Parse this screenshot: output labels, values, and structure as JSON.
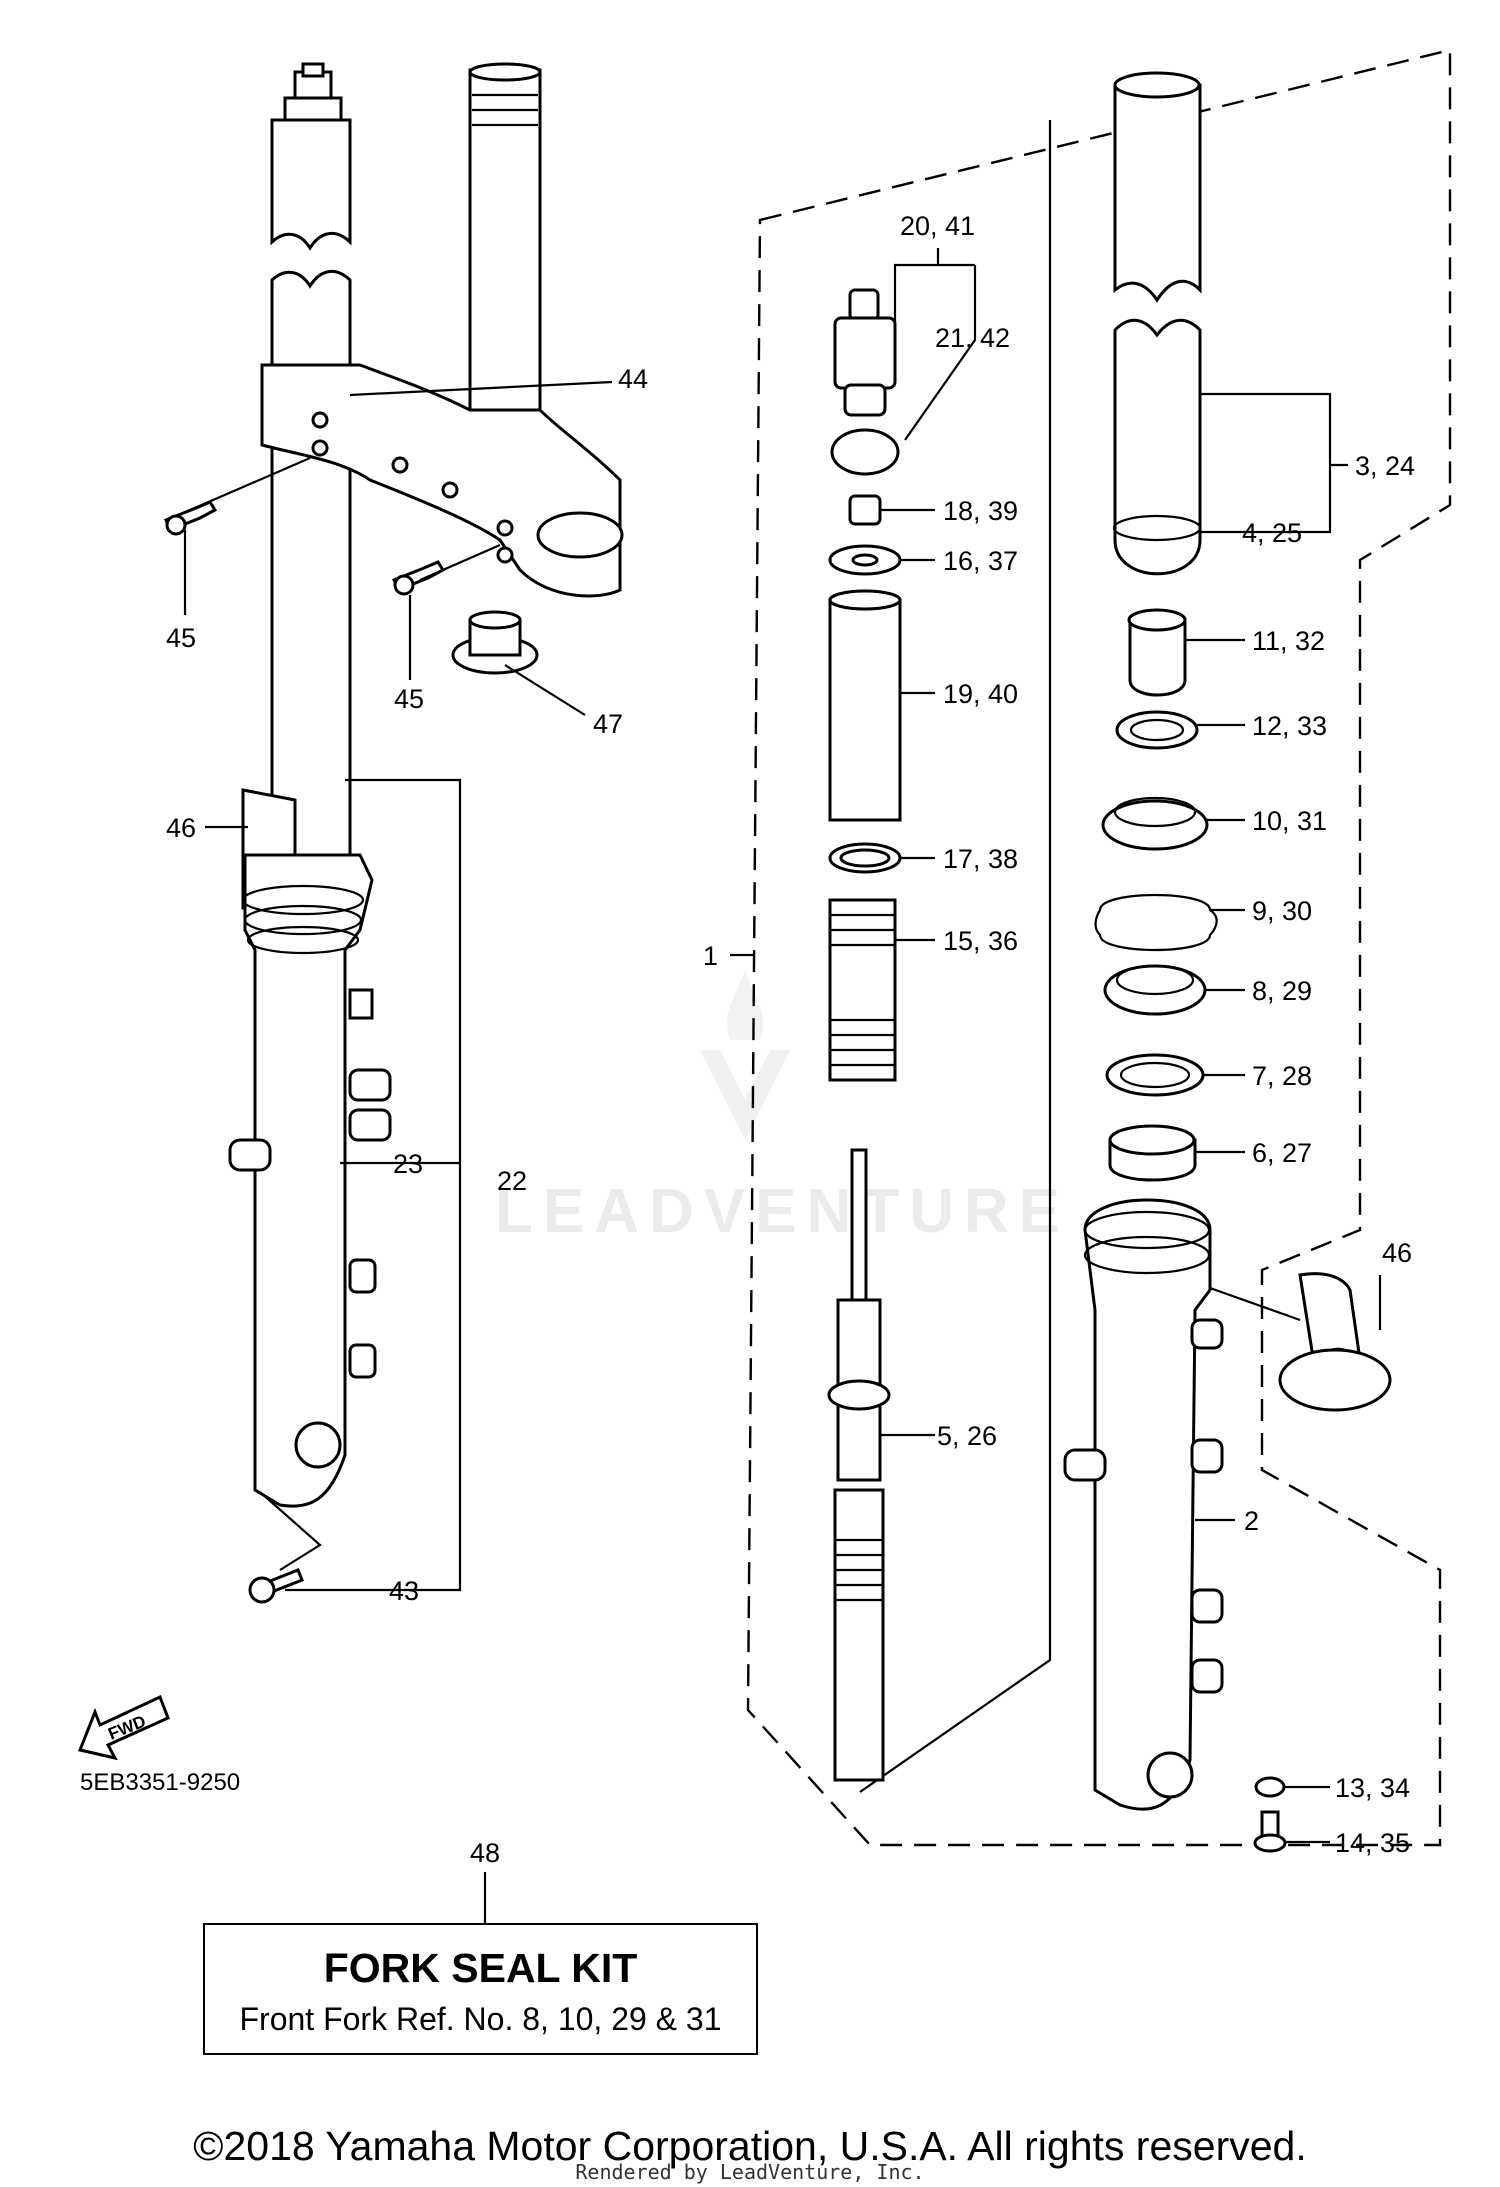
{
  "watermark": "LEADVENTURE",
  "diagram_code": "5EB3351-9250",
  "fwd_arrow": "FWD",
  "callouts": {
    "c1": "1",
    "c2": "2",
    "c3_24": "3, 24",
    "c4_25": "4, 25",
    "c5_26": "5, 26",
    "c6_27": "6, 27",
    "c7_28": "7, 28",
    "c8_29": "8, 29",
    "c9_30": "9, 30",
    "c10_31": "10, 31",
    "c11_32": "11, 32",
    "c12_33": "12, 33",
    "c13_34": "13, 34",
    "c14_35": "14, 35",
    "c15_36": "15, 36",
    "c16_37": "16, 37",
    "c17_38": "17, 38",
    "c18_39": "18, 39",
    "c19_40": "19, 40",
    "c20_41": "20, 41",
    "c21_42": "21, 42",
    "c22": "22",
    "c23": "23",
    "c43": "43",
    "c44": "44",
    "c45a": "45",
    "c45b": "45",
    "c46a": "46",
    "c46b": "46",
    "c47": "47",
    "c48": "48"
  },
  "kit": {
    "title": "FORK SEAL KIT",
    "subtitle": "Front Fork Ref. No. 8, 10, 29 & 31"
  },
  "footer": {
    "copyright": "©2018 Yamaha Motor Corporation, U.S.A. All rights reserved.",
    "rendered_by": "Rendered by LeadVenture, Inc."
  }
}
